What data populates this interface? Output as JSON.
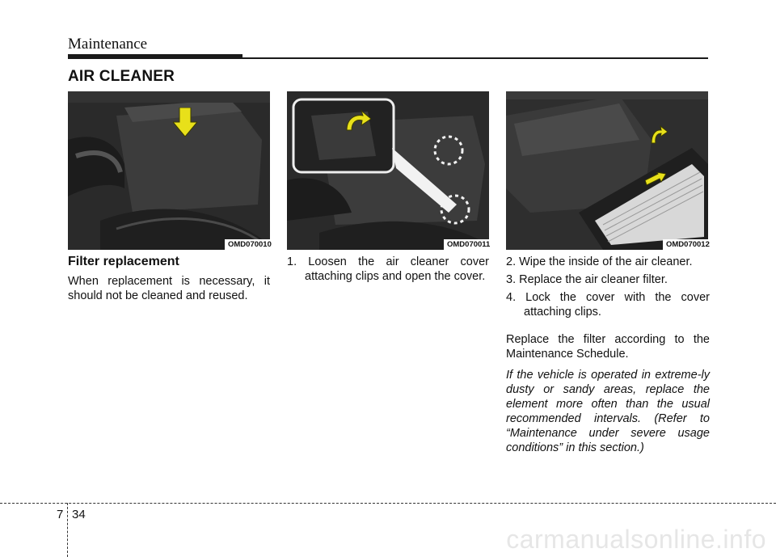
{
  "header": {
    "title": "Maintenance"
  },
  "section": {
    "title": "AIR CLEANER"
  },
  "figures": [
    {
      "label": "OMD070010"
    },
    {
      "label": "OMD070011"
    },
    {
      "label": "OMD070012"
    }
  ],
  "col1": {
    "subhead": "Filter replacement",
    "body": "When replacement is necessary, it should not be cleaned and reused."
  },
  "col2": {
    "steps": [
      "1. Loosen the air cleaner cover attaching clips and open the cover."
    ]
  },
  "col3": {
    "steps": [
      "2. Wipe the inside of the air cleaner.",
      "3. Replace the air cleaner filter.",
      "4. Lock the cover with the cover attaching clips."
    ],
    "body": "Replace the filter according to the Maintenance Schedule.",
    "note": "If the vehicle is operated in extreme-ly dusty or sandy areas, replace the element more often than the usual recommended intervals. (Refer to “Maintenance under severe usage conditions” in this section.)"
  },
  "footer": {
    "chapter": "7",
    "page": "34"
  },
  "watermark": "carmanualsonline.info",
  "colors": {
    "arrow": "#e8e01a",
    "rule": "#1a1a1a"
  }
}
